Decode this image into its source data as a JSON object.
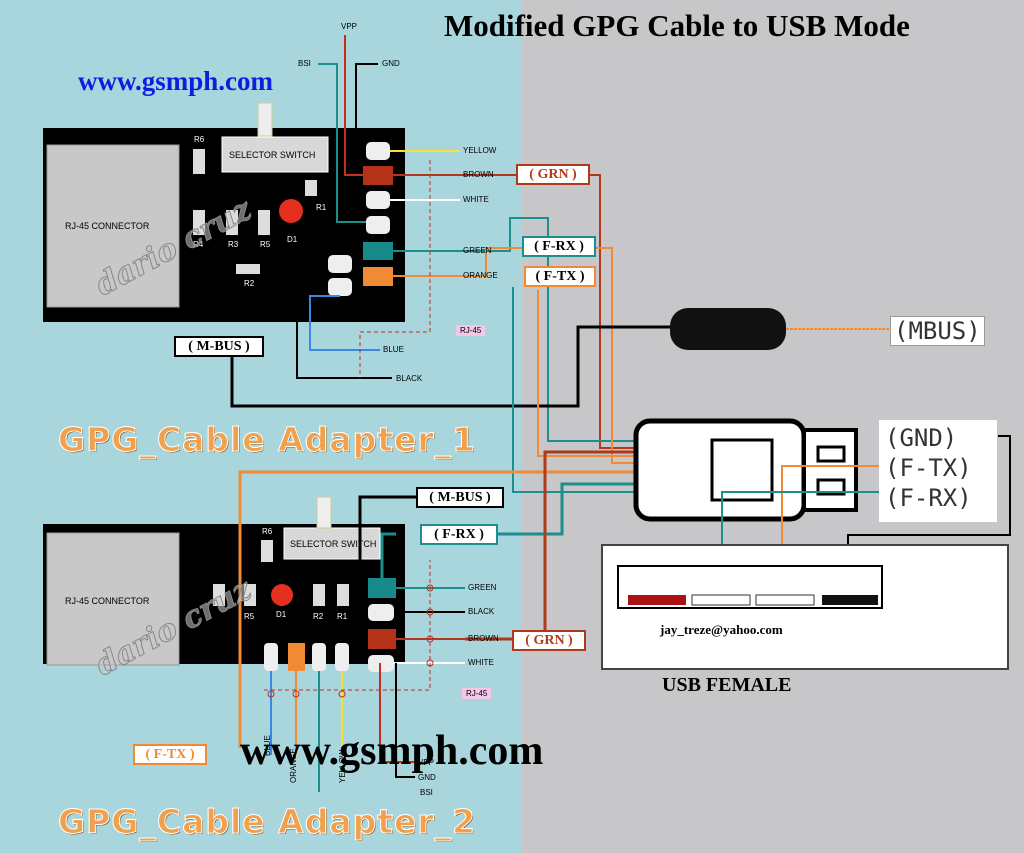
{
  "title": "Modified GPG Cable to USB Mode",
  "website_top": "www.gsmph.com",
  "website_bottom": "www.gsmph.com",
  "adapter1_label": "GPG_Cable Adapter_1",
  "adapter2_label": "GPG_Cable Adapter_2",
  "board1": {
    "connector": "RJ-45 CONNECTOR",
    "switch": "SELECTOR SWITCH",
    "r6": "R6",
    "r1": "R1",
    "r4": "R4",
    "r3": "R3",
    "r5": "R5",
    "d1": "D1",
    "r2": "R2",
    "watermark": "dario cruz",
    "wires": [
      "YELLOW",
      "BROWN",
      "WHITE",
      "GREEN",
      "ORANGE",
      "BLUE",
      "BLACK"
    ],
    "rj45": "RJ-45",
    "top_pins": {
      "vpp": "VPP",
      "bsi": "BSI",
      "gnd": "GND"
    }
  },
  "board2": {
    "connector": "RJ-45 CONNECTOR",
    "switch": "SELECTOR SWITCH",
    "r6": "R6",
    "r5": "R5",
    "d1": "D1",
    "r2": "R2",
    "r1": "R1",
    "watermark": "dario cruz",
    "wires": [
      "GREEN",
      "BLACK",
      "BROWN",
      "WHITE"
    ],
    "rj45": "RJ-45",
    "bottom_labels": [
      "BLUE",
      "ORANGE",
      "YELLOW",
      "VPP",
      "GND",
      "BSI"
    ]
  },
  "tags": {
    "grn1": "( GRN )",
    "frx1": "( F-RX )",
    "ftx1": "( F-TX )",
    "mbus1": "( M-BUS )",
    "mbus2": "( M-BUS )",
    "frx2": "( F-RX )",
    "grn2": "( GRN )",
    "ftx2": "( F-TX )"
  },
  "usb": {
    "mbus": "(MBUS)",
    "gnd": "(GND)",
    "ftx": "(F-TX)",
    "frx": "(F-RX)",
    "email": "jay_treze@yahoo.com",
    "female": "USB FEMALE"
  },
  "colors": {
    "left_bg": "#a8d6dc",
    "right_bg": "#c7c7c9",
    "teal": "#1d8e8e",
    "orange": "#f08a34",
    "brown": "#b0391c",
    "red": "#c62d1d"
  }
}
